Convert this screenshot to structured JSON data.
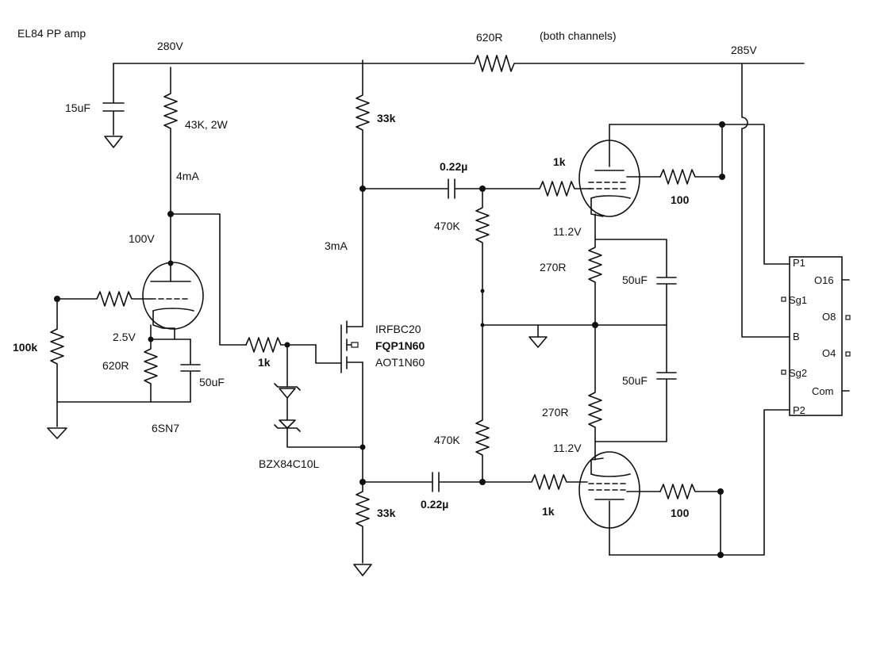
{
  "title": "EL84 PP amp",
  "rail_voltage_left": "280V",
  "rail_voltage_right": "285V",
  "rail_resistor": "620R",
  "rail_note": "(both channels)",
  "supply_cap": "15uF",
  "driver": {
    "anode_resistor": "43K, 2W",
    "anode_current": "4mA",
    "anode_voltage": "100V",
    "grid_resistor": "100k",
    "cathode_voltage": "2.5V",
    "cathode_resistor": "620R",
    "cathode_cap": "50uF",
    "tube": "6SN7"
  },
  "mosfet": {
    "gate_resistor": "1k",
    "current": "3mA",
    "top_resistor": "33k",
    "bottom_resistor": "33k",
    "part_1": "IRFBC20",
    "part_2": "FQP1N60",
    "part_3": "AOT1N60",
    "zener": "BZX84C10L"
  },
  "output_stage": {
    "coupling_cap_top": "0.22µ",
    "coupling_cap_bottom": "0.22µ",
    "grid_leak_top": "470K",
    "grid_leak_bottom": "470K",
    "grid_stopper_top": "1k",
    "grid_stopper_bottom": "1k",
    "screen_resistor_top": "100",
    "screen_resistor_bottom": "100",
    "cathode_voltage_top": "11.2V",
    "cathode_voltage_bottom": "11.2V",
    "cathode_resistor_top": "270R",
    "cathode_resistor_bottom": "270R",
    "cathode_cap_top": "50uF",
    "cathode_cap_bottom": "50uF"
  },
  "transformer": {
    "p1": "P1",
    "sg1": "Sg1",
    "b": "B",
    "sg2": "Sg2",
    "p2": "P2",
    "o16": "O16",
    "o8": "O8",
    "o4": "O4",
    "com": "Com"
  }
}
